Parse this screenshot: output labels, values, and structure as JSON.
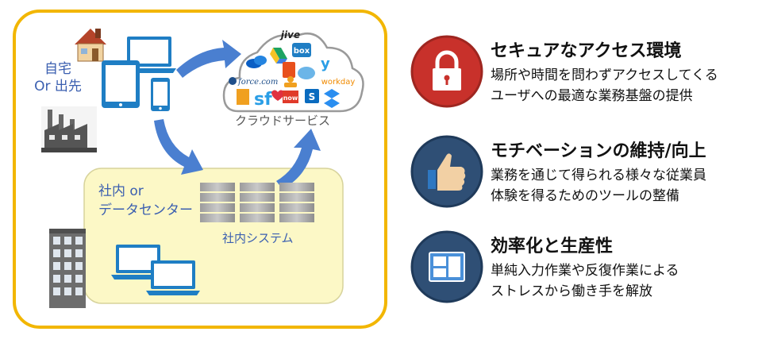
{
  "diagram": {
    "home_label_1": "自宅",
    "home_label_2": "Or 出先",
    "cloud_label": "クラウドサービス",
    "dc_label_1": "社内 or",
    "dc_label_2": "データセンター",
    "system_label": "社内システム",
    "logos": {
      "jive": "jive",
      "box": "box",
      "force": "force.com",
      "now": "now",
      "sf": "sf",
      "workday": "workday"
    }
  },
  "features": [
    {
      "title": "セキュアなアクセス環境",
      "line1": "場所や時間を問わずアクセスしてくる",
      "line2": "ユーザへの最適な業務基盤の提供",
      "icon": "lock-icon",
      "color": "#c8312b"
    },
    {
      "title": "モチベーションの維持/向上",
      "line1": "業務を通じて得られる様々な従業員",
      "line2": "体験を得るためのツールの整備",
      "icon": "thumbs-up-icon",
      "color": "#2f4f75"
    },
    {
      "title": "効率化と生産性",
      "line1": "単純入力作業や反復作業による",
      "line2": "ストレスから働き手を解放",
      "icon": "dashboard-icon",
      "color": "#2f4f75"
    }
  ],
  "colors": {
    "frame": "#f2b600",
    "inner_fill": "#fcf8c6",
    "inner_border": "#d7d39c",
    "arrow": "#4a7fd0",
    "label_blue": "#3b5fb0",
    "label_gray": "#555555"
  }
}
